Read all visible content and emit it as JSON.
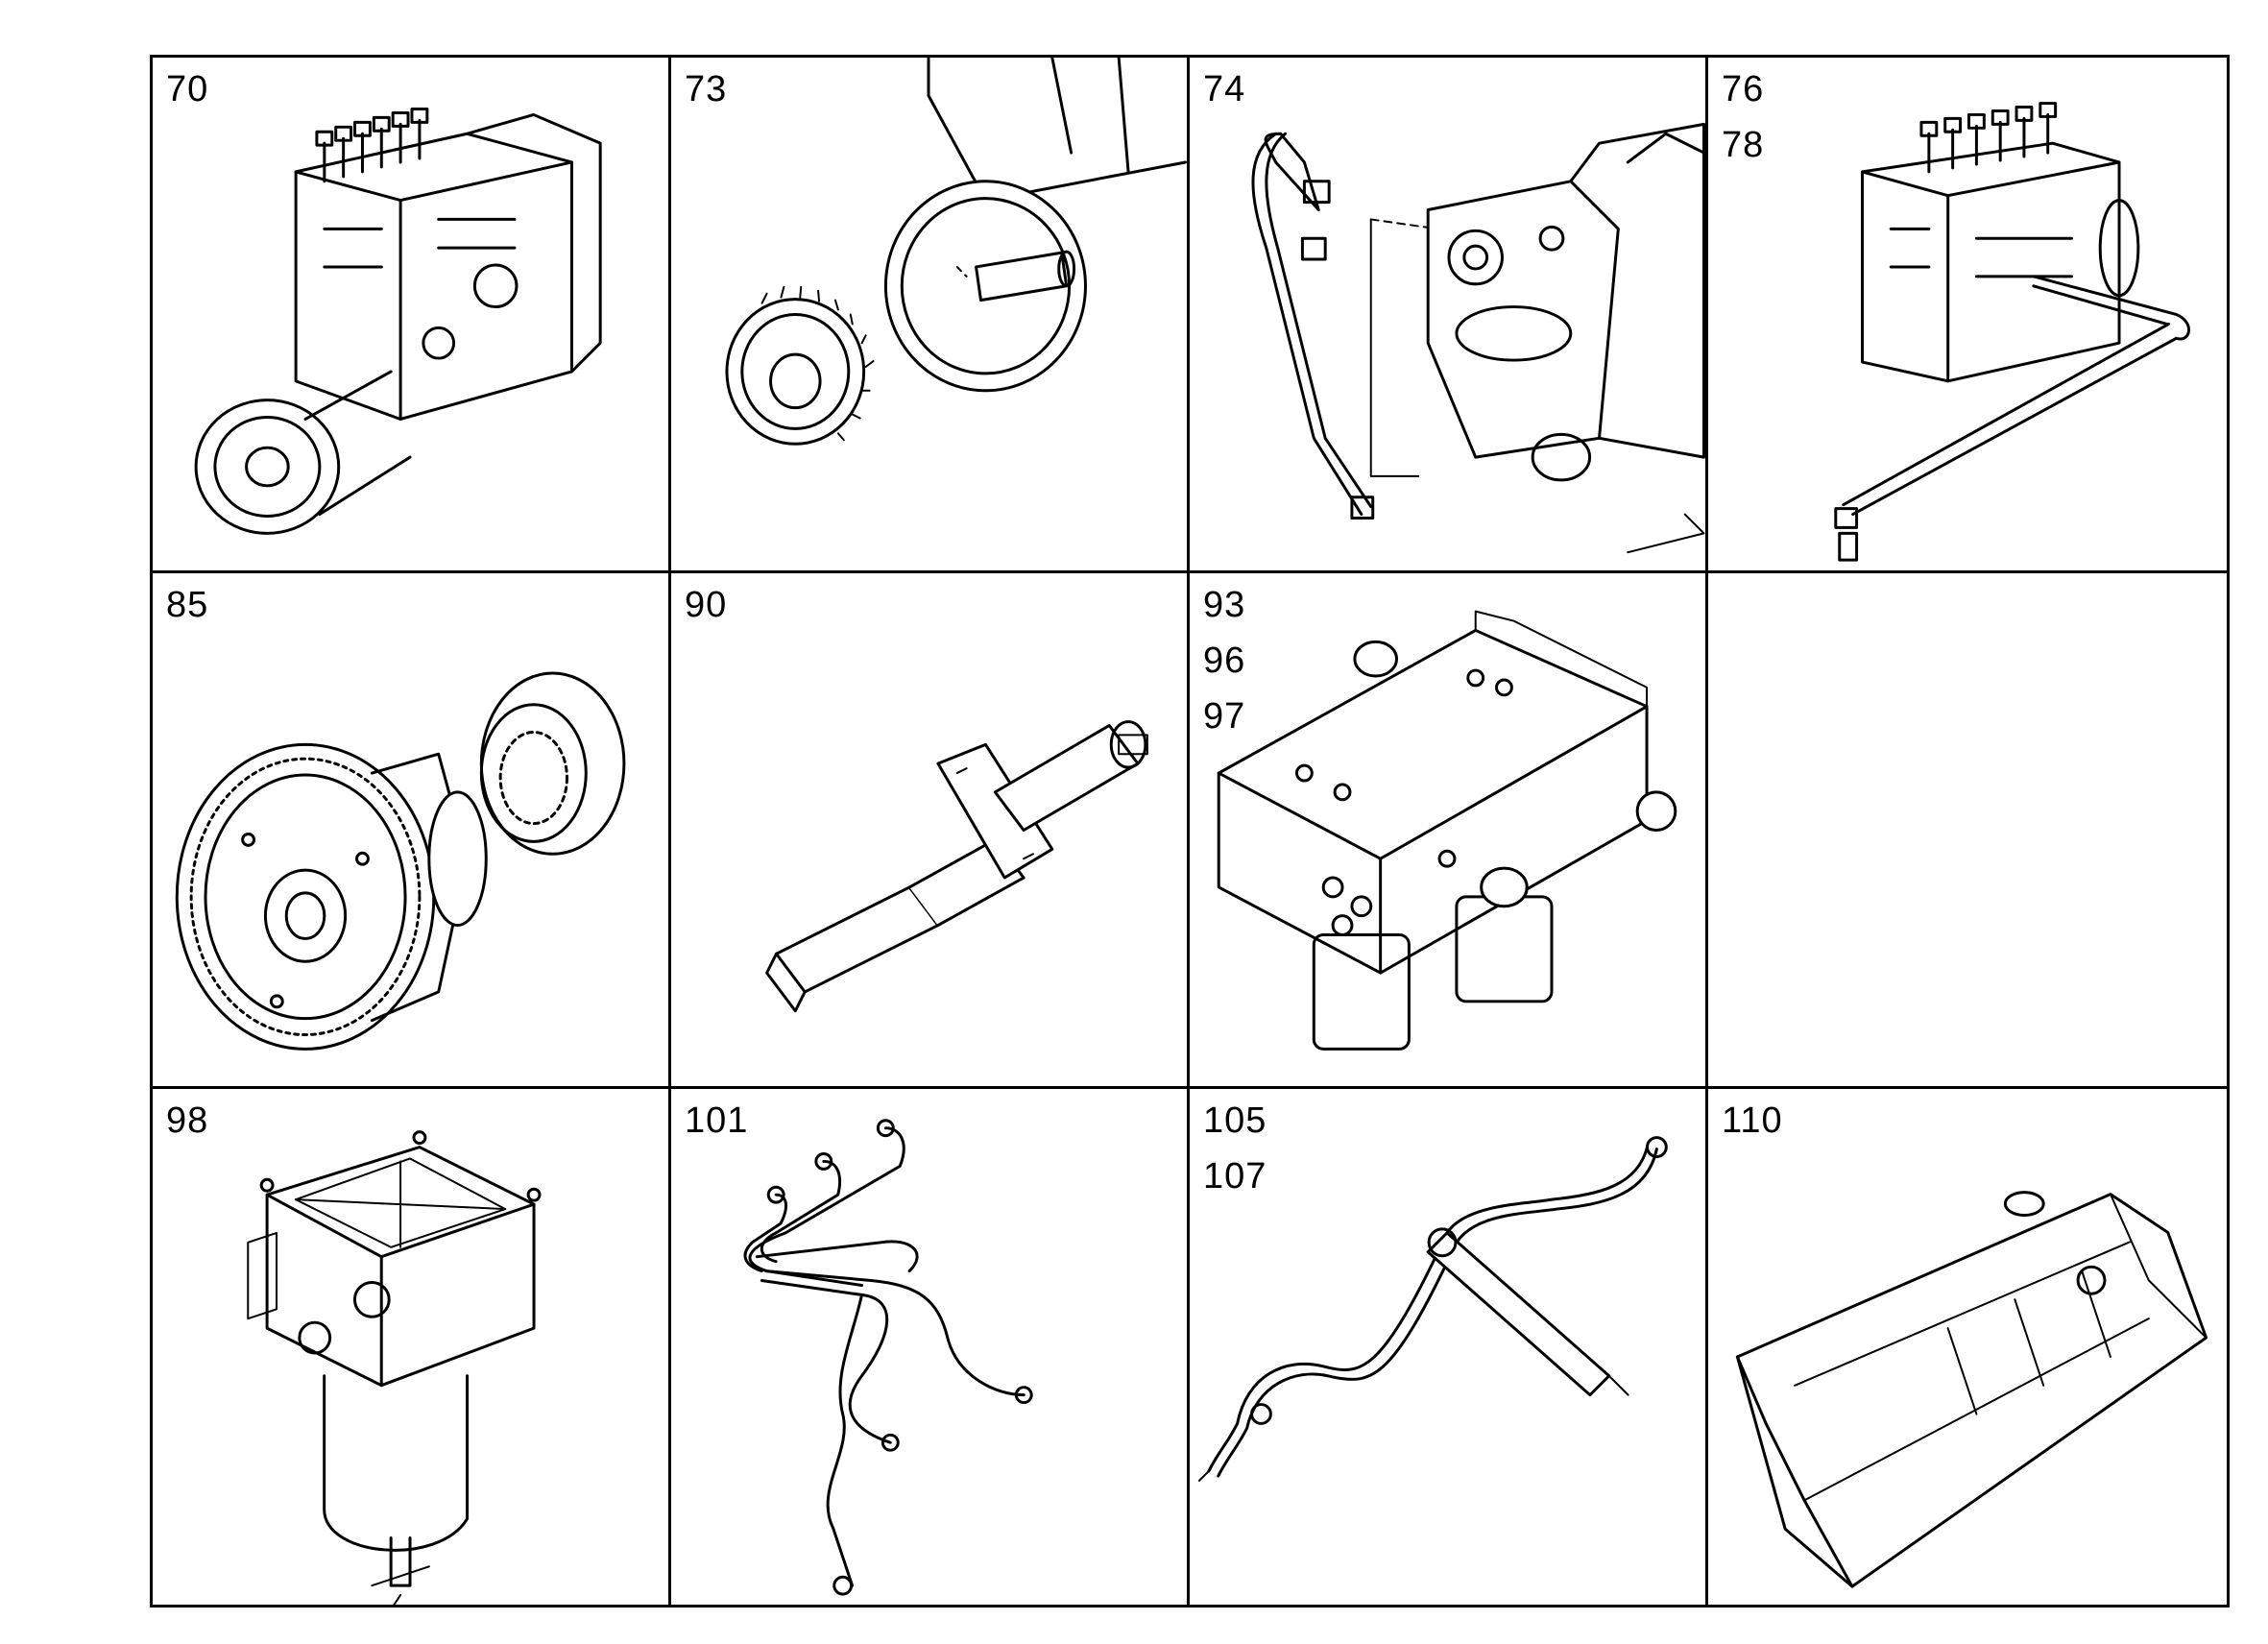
{
  "cells": [
    {
      "labels": [
        "70"
      ],
      "icon": "injection-pump-illustration"
    },
    {
      "labels": [
        "73"
      ],
      "icon": "pump-drive-gear-illustration"
    },
    {
      "labels": [
        "74"
      ],
      "icon": "pump-with-pipe-illustration"
    },
    {
      "labels": [
        "76",
        "78"
      ],
      "icon": "pump-with-return-pipe-illustration"
    },
    {
      "labels": [
        "85"
      ],
      "icon": "timing-gear-coupling-illustration"
    },
    {
      "labels": [
        "90"
      ],
      "icon": "injector-nozzle-illustration"
    },
    {
      "labels": [
        "93",
        "96",
        "97"
      ],
      "icon": "filter-head-block-illustration"
    },
    {
      "labels": [],
      "icon": "empty-cell"
    },
    {
      "labels": [
        "98"
      ],
      "icon": "fuel-filter-illustration"
    },
    {
      "labels": [
        "101"
      ],
      "icon": "injection-pipes-illustration"
    },
    {
      "labels": [
        "105",
        "107"
      ],
      "icon": "injector-pipe-illustration"
    },
    {
      "labels": [
        "110"
      ],
      "icon": "cover-illustration"
    }
  ]
}
